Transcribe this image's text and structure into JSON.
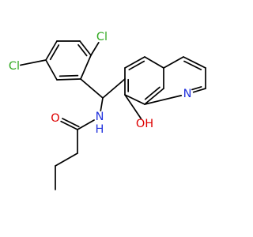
{
  "molecule": {
    "atoms": [
      {
        "id": "cl_top",
        "text": "Cl",
        "color": "#33aa22"
      },
      {
        "id": "cl_left",
        "text": "Cl",
        "color": "#33aa22"
      },
      {
        "id": "n_quinoline",
        "text": "N",
        "color": "#2233dd"
      },
      {
        "id": "oh",
        "text": "OH",
        "color": "#dd0000"
      },
      {
        "id": "nh",
        "text": "N",
        "color": "#2233dd"
      },
      {
        "id": "h_of_nh",
        "text": "H",
        "color": "#2233dd"
      },
      {
        "id": "o_carbonyl",
        "text": "O",
        "color": "#dd0000"
      }
    ]
  }
}
